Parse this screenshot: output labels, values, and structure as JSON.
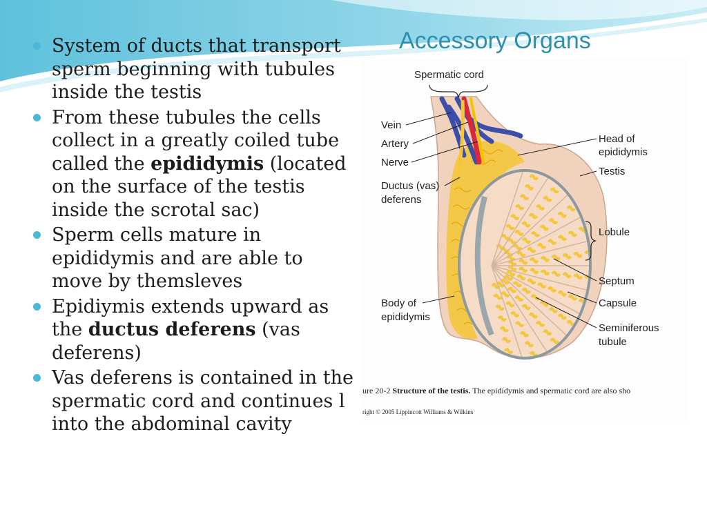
{
  "title": "Accessory Organs",
  "bullets": [
    {
      "parts": [
        {
          "text": "System of ducts that transport sperm beginning with tubules inside the testis"
        }
      ]
    },
    {
      "parts": [
        {
          "text": "From these tubules the cells collect in a greatly coiled tube called the "
        },
        {
          "text": "epididymis",
          "bold": true
        },
        {
          "text": " (located on the surface of the testis inside the scrotal sac)"
        }
      ]
    },
    {
      "parts": [
        {
          "text": "Sperm cells mature in epididymis and are able to move by themsleves"
        }
      ]
    },
    {
      "parts": [
        {
          "text": "Epidiymis extends upward as the "
        },
        {
          "text": "ductus deferens",
          "bold": true
        },
        {
          "text": " (vas deferens)"
        }
      ]
    },
    {
      "parts": [
        {
          "text": "Vas deferens is contained in the spermatic cord and continues l into the abdominal cavity"
        }
      ]
    }
  ],
  "figure": {
    "labels": {
      "spermatic_cord": "Spermatic cord",
      "vein": "Vein",
      "artery": "Artery",
      "nerve": "Nerve",
      "ductus_line1": "Ductus (vas)",
      "ductus_line2": "deferens",
      "head_line1": "Head of",
      "head_line2": "epididymis",
      "testis": "Testis",
      "lobule": "Lobule",
      "septum": "Septum",
      "capsule": "Capsule",
      "seminiferous_line1": "Seminiferous",
      "seminiferous_line2": "tubule",
      "body_line1": "Body of",
      "body_line2": "epididymis"
    },
    "caption_prefix": "ure 20-2",
    "caption_bold": "Structure of the testis.",
    "caption_rest": " The epididymis and spermatic cord are also sho",
    "copyright": "right © 2005 Lippincott Williams & Wilkins"
  },
  "colors": {
    "title": "#2e8eae",
    "bullet": "#4db8d6",
    "vein": "#3c4fa8",
    "artery": "#d8283a",
    "nerve": "#f2c400",
    "tubule": "#f3c63c",
    "capsule": "#8c9aa0",
    "skin": "#f1d2bc"
  }
}
